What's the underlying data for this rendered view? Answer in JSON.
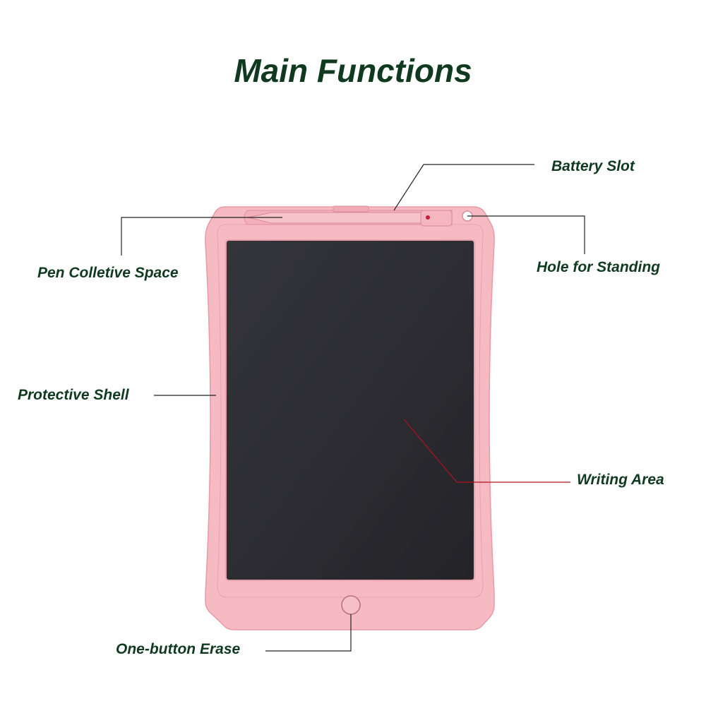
{
  "title": "Main Functions",
  "labels": {
    "battery_slot": "Battery Slot",
    "pen_space": "Pen Colletive Space",
    "hole_standing": "Hole for Standing",
    "protective_shell": "Protective Shell",
    "writing_area": "Writing Area",
    "erase_button": "One-button Erase"
  },
  "colors": {
    "title_text": "#0f3a1f",
    "shell": "#f4b4bd",
    "screen": "#2c2c33",
    "leader_line": "#222222",
    "writing_leader_line": "#b0121e"
  }
}
